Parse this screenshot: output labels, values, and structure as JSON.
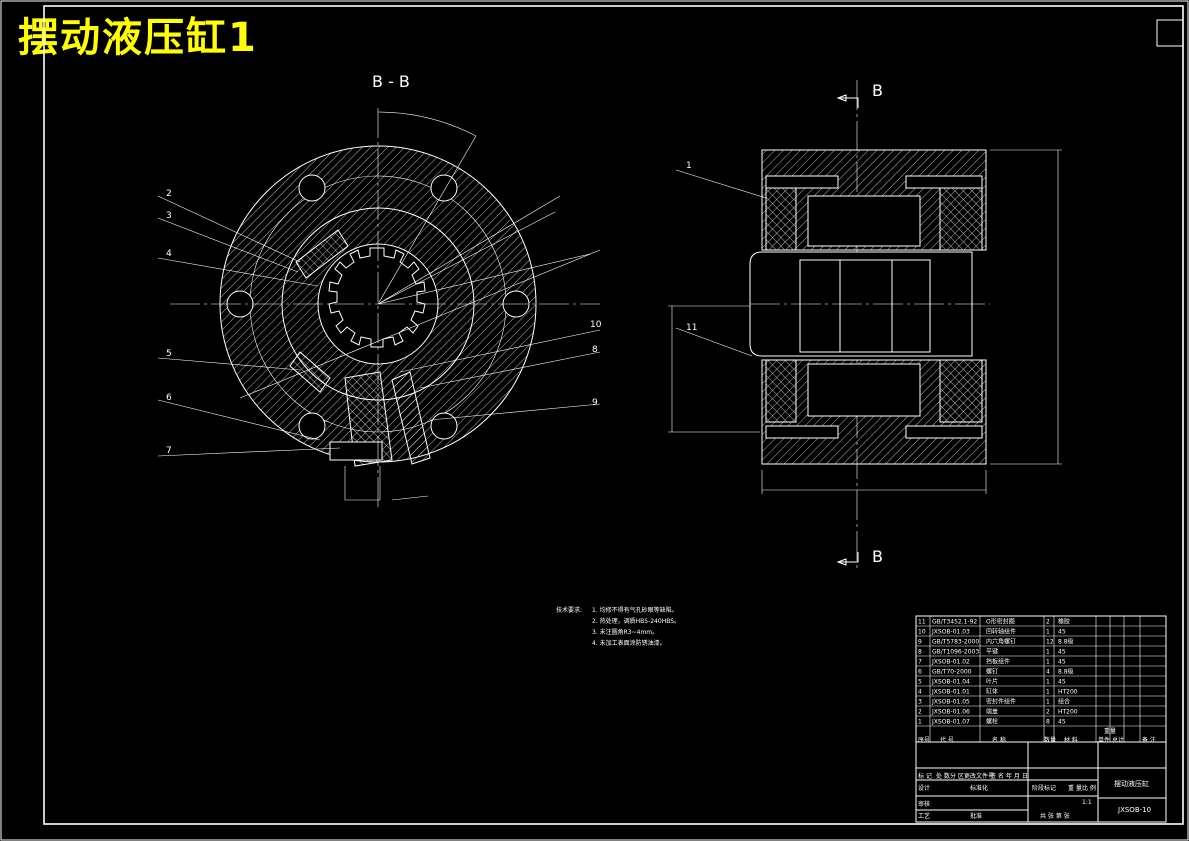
{
  "title": "摆动液压缸1",
  "section_label_left": "B - B",
  "section_arrow_top": "B",
  "section_arrow_bottom": "B",
  "balloons_left": [
    "2",
    "3",
    "4",
    "5",
    "6",
    "7",
    "8",
    "9",
    "10"
  ],
  "balloons_right": [
    "1",
    "11"
  ],
  "tech_requirements": {
    "heading": "技术要求:",
    "items": [
      "1. 均修不得有气孔砂眼等缺陷。",
      "2. 热处理，调质HB5-240HBS。",
      "3. 未注圆角R3~4mm。",
      "4. 未加工表面涂防锈油漆。"
    ]
  },
  "parts_list": [
    {
      "no": "11",
      "code": "GB/T3452.1-92",
      "name": "O形密封圈",
      "qty": "2",
      "material": "橡胶"
    },
    {
      "no": "10",
      "code": "JXSOB-01.03",
      "name": "回转轴组件",
      "qty": "1",
      "material": "45"
    },
    {
      "no": "9",
      "code": "GB/T5783-2000",
      "name": "内六角螺钉",
      "qty": "12",
      "material": "8.8级"
    },
    {
      "no": "8",
      "code": "GB/T1096-2003",
      "name": "平键",
      "qty": "1",
      "material": "45"
    },
    {
      "no": "7",
      "code": "JXSOB-01.02",
      "name": "挡板组件",
      "qty": "1",
      "material": "45"
    },
    {
      "no": "6",
      "code": "GB/T70-2000",
      "name": "螺钉",
      "qty": "4",
      "material": "8.8级"
    },
    {
      "no": "5",
      "code": "JXSOB-01.04",
      "name": "叶片",
      "qty": "1",
      "material": "45"
    },
    {
      "no": "4",
      "code": "JXSOB-01.01",
      "name": "缸体",
      "qty": "1",
      "material": "HT200"
    },
    {
      "no": "3",
      "code": "JXSOB-01.05",
      "name": "密封件组件",
      "qty": "1",
      "material": "组合"
    },
    {
      "no": "2",
      "code": "JXSOB-01.06",
      "name": "端盖",
      "qty": "2",
      "material": "HT200"
    },
    {
      "no": "1",
      "code": "JXSOB-01.07",
      "name": "螺栓",
      "qty": "8",
      "material": "45"
    }
  ],
  "parts_header": {
    "no": "序号",
    "code": "代 号",
    "name": "名 称",
    "qty": "数量",
    "material": "材 料",
    "unit_weight": "单件",
    "total_weight": "总计",
    "weight": "重量",
    "note": "备 注"
  },
  "title_block": {
    "drawing_name": "摆动液压缸",
    "drawing_no": "JXSOB-10",
    "stage_label": "阶段标记",
    "weight_label": "重 量",
    "scale_label": "比 例",
    "scale_value": "1:1",
    "sheets_label": "共 张 第 张",
    "mark_label": "标 记",
    "zones_label": "处 数",
    "division_label": "分 区",
    "change_doc_label": "更改文件号",
    "sign_label": "签 名",
    "date_label": "年 月 日",
    "design_label": "设计",
    "standard_label": "标准化",
    "check_label": "审核",
    "process_label": "工艺",
    "approve_label": "批准"
  }
}
